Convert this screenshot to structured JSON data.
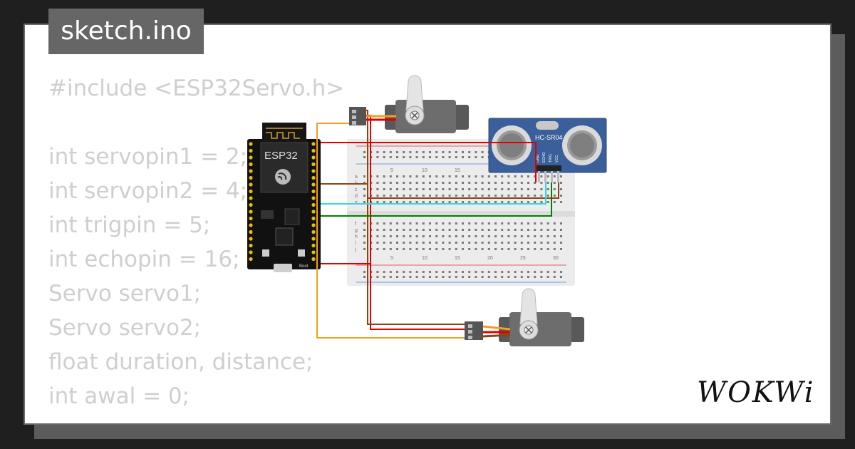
{
  "tab": {
    "title": "sketch.ino"
  },
  "code": {
    "lines": [
      "#include <ESP32Servo.h>",
      "",
      "int servopin1 = 2;",
      "int servopin2 = 4;",
      "int trigpin = 5;",
      "int echopin = 16;",
      "Servo servo1;",
      "Servo servo2;",
      "float duration, distance;",
      "int awal = 0;"
    ]
  },
  "circuit": {
    "esp32_label": "ESP32",
    "esp32_boot_label": "Boot",
    "sensor_label": "HC-SR04",
    "sensor_pins": [
      "GND",
      "ECHO",
      "TRIG",
      "VCC"
    ],
    "breadboard_numbers_top": [
      "5",
      "10",
      "15"
    ],
    "breadboard_numbers_bottom": [
      "5",
      "10",
      "15",
      "20",
      "25",
      "30"
    ],
    "breadboard_rows": [
      "a",
      "b",
      "c",
      "d",
      "e",
      "f",
      "g",
      "h",
      "i",
      "j"
    ]
  },
  "brand": {
    "logo": "WOKWi"
  },
  "colors": {
    "wire_red": "#e00000",
    "wire_brown": "#8b4513",
    "wire_orange": "#f0a020",
    "wire_green": "#008000",
    "wire_cyan": "#30d8e8",
    "sensor_blue": "#3b5f9a"
  }
}
